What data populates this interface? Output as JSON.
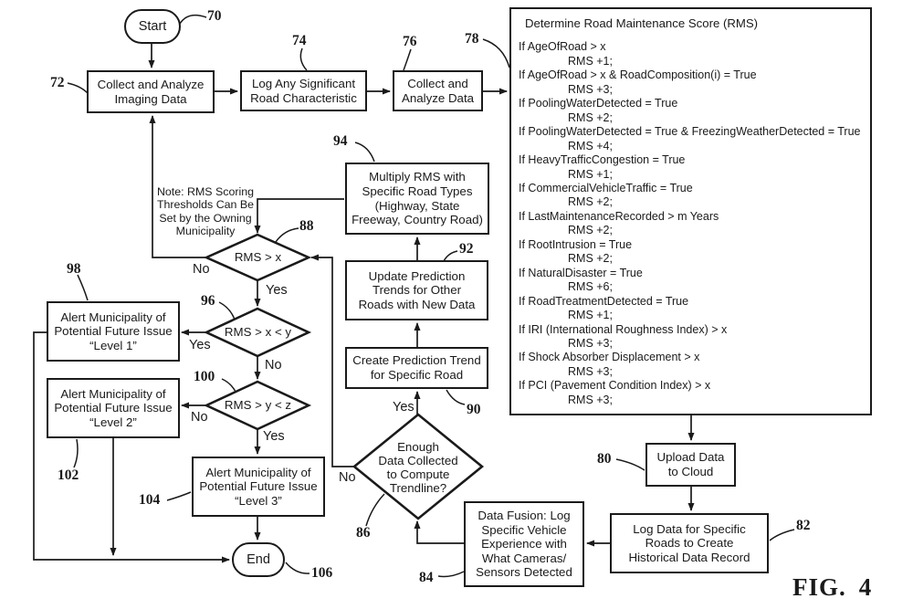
{
  "figure": {
    "caption": "FIG.",
    "number": "4"
  },
  "note": "Note: RMS Scoring Thresholds Can Be Set by the Owning Municipality",
  "branch_labels": {
    "yes": "Yes",
    "no": "No"
  },
  "nodes": {
    "start": {
      "ref": "70",
      "label": "Start"
    },
    "collect_imaging": {
      "ref": "72",
      "label": "Collect and Analyze Imaging Data"
    },
    "log_characteristic": {
      "ref": "74",
      "label": "Log Any Significant Road Characteristic"
    },
    "collect_analyze": {
      "ref": "76",
      "label": "Collect and Analyze Data"
    },
    "rms_score": {
      "ref": "78",
      "title": "Determine Road Maintenance Score (RMS)",
      "rules": [
        {
          "if": "If AgeOfRoad > x",
          "then": "RMS +1;"
        },
        {
          "if": "If AgeOfRoad > x & RoadComposition(i) = True",
          "then": "RMS +3;"
        },
        {
          "if": "If PoolingWaterDetected = True",
          "then": "RMS +2;"
        },
        {
          "if": "If PoolingWaterDetected = True & FreezingWeatherDetected = True",
          "then": "RMS +4;"
        },
        {
          "if": "If HeavyTrafficCongestion = True",
          "then": "RMS +1;"
        },
        {
          "if": "If CommercialVehicleTraffic = True",
          "then": "RMS +2;"
        },
        {
          "if": "If LastMaintenanceRecorded > m Years",
          "then": "RMS +2;"
        },
        {
          "if": "If RootIntrusion = True",
          "then": "RMS +2;"
        },
        {
          "if": "If NaturalDisaster = True",
          "then": "RMS +6;"
        },
        {
          "if": "If RoadTreatmentDetected = True",
          "then": "RMS +1;"
        },
        {
          "if": "If IRI (International Roughness Index) > x",
          "then": "RMS +3;"
        },
        {
          "if": "If Shock Absorber Displacement > x",
          "then": "RMS +3;"
        },
        {
          "if": "If PCI (Pavement Condition Index) > x",
          "then": "RMS +3;"
        }
      ]
    },
    "upload_cloud": {
      "ref": "80",
      "label": "Upload Data to Cloud"
    },
    "log_roads": {
      "ref": "82",
      "label": "Log Data for Specific Roads to Create Historical Data Record"
    },
    "data_fusion": {
      "ref": "84",
      "label": "Data Fusion: Log Specific Vehicle Experience with What Cameras/ Sensors Detected"
    },
    "enough_data": {
      "ref": "86",
      "label_lines": [
        "Enough",
        "Data Collected",
        "to Compute",
        "Trendline?"
      ]
    },
    "rms_gt_x": {
      "ref": "88",
      "label": "RMS > x"
    },
    "create_trend": {
      "ref": "90",
      "label": "Create Prediction Trend for Specific Road"
    },
    "update_trends": {
      "ref": "92",
      "label": "Update Prediction Trends for Other Roads with New Data"
    },
    "multiply_rms": {
      "ref": "94",
      "label": "Multiply RMS with Specific Road Types (Highway, State Freeway, Country Road)"
    },
    "rms_between_xy": {
      "ref": "96",
      "label": "RMS > x < y"
    },
    "alert_level_1": {
      "ref": "98",
      "label": "Alert Municipality of Potential Future Issue “Level 1”"
    },
    "rms_between_yz": {
      "ref": "100",
      "label": "RMS > y < z"
    },
    "alert_level_2": {
      "ref": "102",
      "label": "Alert Municipality of Potential Future Issue “Level 2”"
    },
    "alert_level_3": {
      "ref": "104",
      "label": "Alert Municipality of Potential Future Issue “Level 3”"
    },
    "end": {
      "ref": "106",
      "label": "End"
    }
  }
}
